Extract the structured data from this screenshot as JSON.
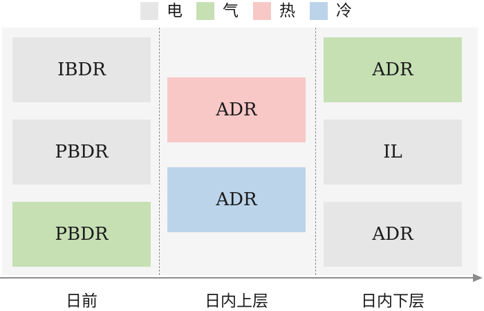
{
  "legend": {
    "items": [
      {
        "label": "电",
        "color": "#e6e6e6"
      },
      {
        "label": "气",
        "color": "#c6e0b4"
      },
      {
        "label": "热",
        "color": "#f8c8c6"
      },
      {
        "label": "冷",
        "color": "#bcd4ea"
      }
    ]
  },
  "columns": [
    {
      "label": "日前",
      "boxes": [
        {
          "text": "IBDR",
          "color": "#e6e6e6"
        },
        {
          "text": "PBDR",
          "color": "#e6e6e6"
        },
        {
          "text": "PBDR",
          "color": "#c6e0b4"
        }
      ]
    },
    {
      "label": "日内上层",
      "boxes": [
        {
          "text": "ADR",
          "color": "#f8c8c6"
        },
        {
          "text": "ADR",
          "color": "#bcd4ea"
        }
      ]
    },
    {
      "label": "日内下层",
      "boxes": [
        {
          "text": "ADR",
          "color": "#c6e0b4"
        },
        {
          "text": "IL",
          "color": "#e6e6e6"
        },
        {
          "text": "ADR",
          "color": "#e6e6e6"
        }
      ]
    }
  ],
  "panel_background": "#f5f5f5",
  "axis_color": "#8c8c8c"
}
